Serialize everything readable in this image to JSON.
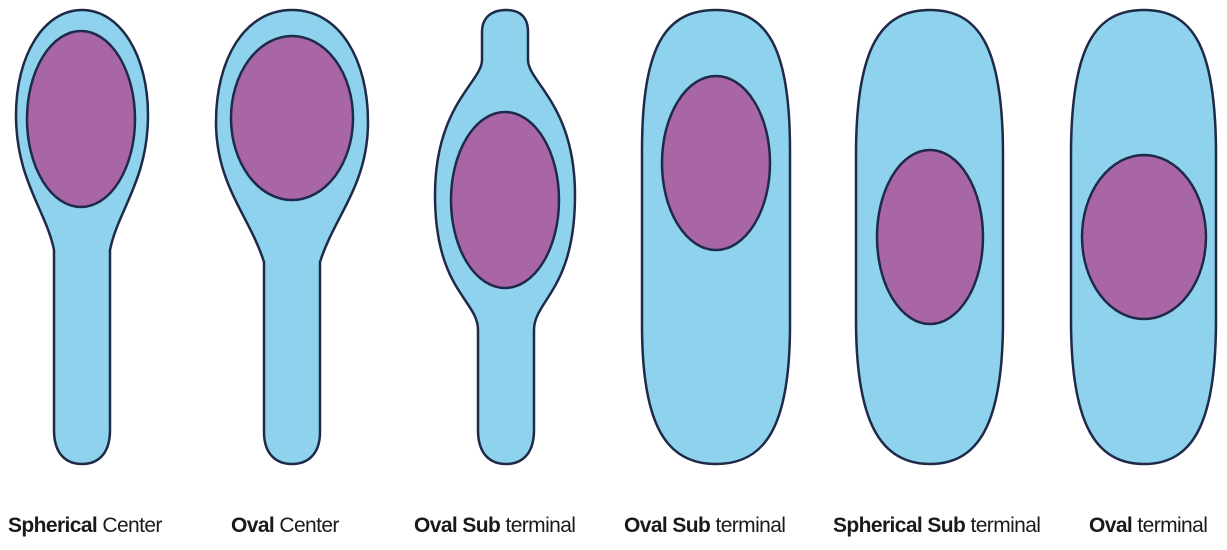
{
  "colors": {
    "cell_fill": "#8ED2EE",
    "spore_fill": "#A866A6",
    "outline": "#1E2A48",
    "text": "#1a1a1a"
  },
  "cells": [
    {
      "bold": "Spherical",
      "regular": " Center"
    },
    {
      "bold": "Oval",
      "regular": " Center"
    },
    {
      "bold": "Oval Sub",
      "regular": " terminal"
    },
    {
      "bold": "Oval Sub",
      "regular": " terminal"
    },
    {
      "bold": "Spherical Sub",
      "regular": " terminal"
    },
    {
      "bold": "Oval",
      "regular": " terminal"
    }
  ]
}
